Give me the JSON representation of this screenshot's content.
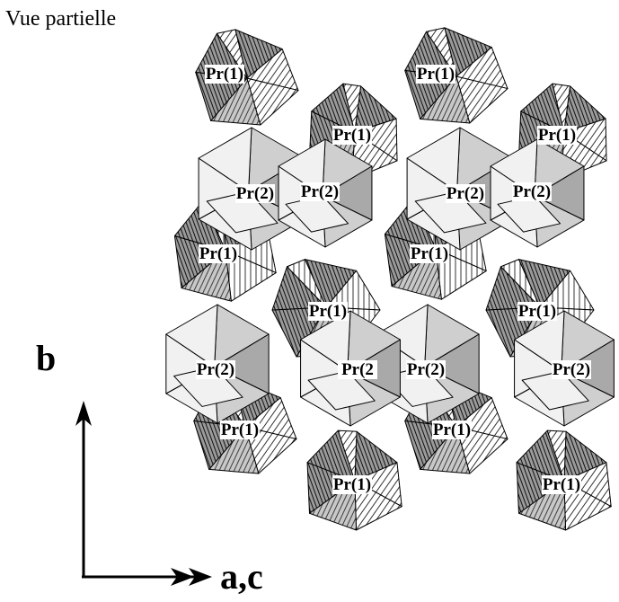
{
  "title": "Vue partielle",
  "axes": {
    "vertical": "b",
    "horizontal": "a,c"
  },
  "labels": {
    "pr1": "Pr(1)",
    "pr2": "Pr(2)",
    "pr2_truncated": "Pr(2"
  },
  "colors": {
    "light": "#f1f1f1",
    "mid": "#cfcfcf",
    "dark": "#a9a9a9",
    "darker": "#8c8c8c",
    "edge": "#000000"
  }
}
